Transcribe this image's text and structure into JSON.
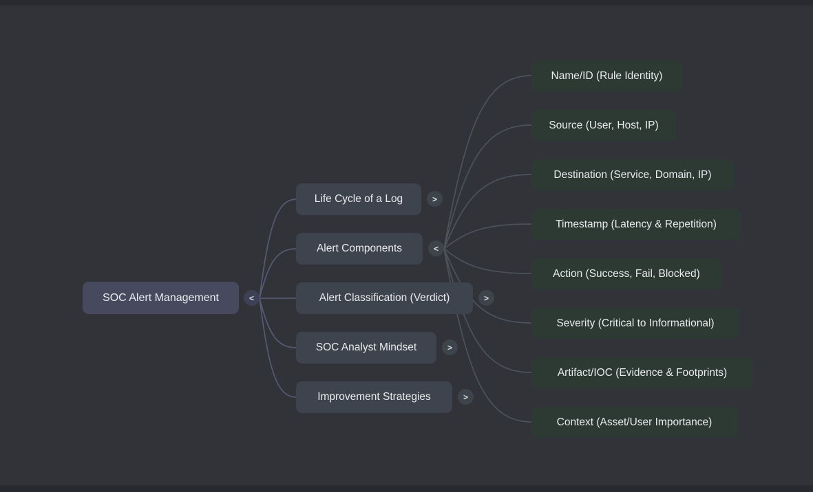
{
  "background": {
    "canvas_color": "#323338",
    "edge_strip_color": "#26282c"
  },
  "mindmap": {
    "root": {
      "label": "SOC Alert Management",
      "toggle_icon": "<",
      "state": "expanded",
      "color": "#474a5f"
    },
    "branch_color": "#3e444d",
    "leaf_color": "#2d3a34",
    "root_link_color": "#565a74",
    "branch_link_color": "#4c535b",
    "branches": [
      {
        "label": "Life Cycle of a Log",
        "toggle_icon": ">",
        "state": "collapsed"
      },
      {
        "label": "Alert Components",
        "toggle_icon": "<",
        "state": "expanded"
      },
      {
        "label": "Alert Classification (Verdict)",
        "toggle_icon": ">",
        "state": "collapsed"
      },
      {
        "label": "SOC Analyst Mindset",
        "toggle_icon": ">",
        "state": "collapsed"
      },
      {
        "label": "Improvement Strategies",
        "toggle_icon": ">",
        "state": "collapsed"
      }
    ],
    "leaves": [
      {
        "label": "Name/ID (Rule Identity)"
      },
      {
        "label": "Source (User, Host, IP)"
      },
      {
        "label": "Destination (Service, Domain, IP)"
      },
      {
        "label": "Timestamp (Latency & Repetition)"
      },
      {
        "label": "Action (Success, Fail, Blocked)"
      },
      {
        "label": "Severity (Critical to Informational)"
      },
      {
        "label": "Artifact/IOC (Evidence & Footprints)"
      },
      {
        "label": "Context (Asset/User Importance)"
      }
    ]
  }
}
